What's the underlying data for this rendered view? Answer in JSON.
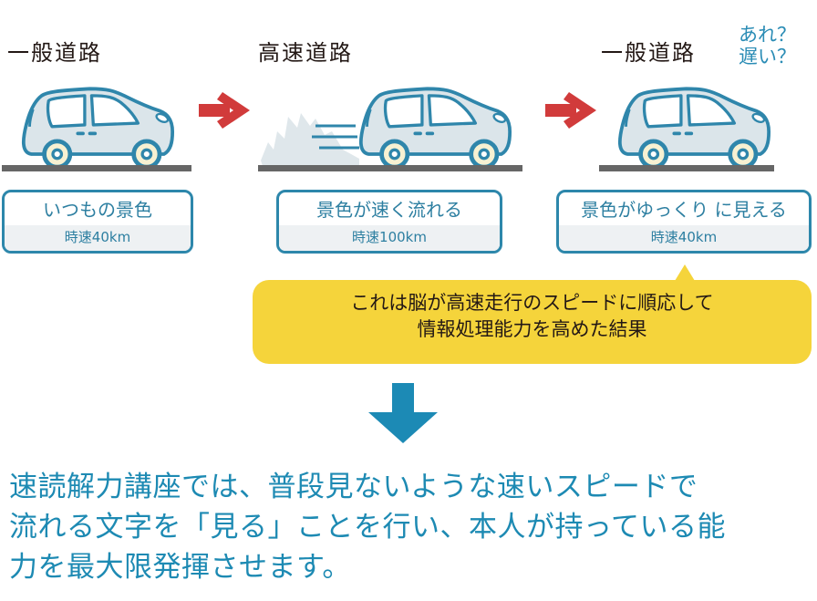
{
  "colors": {
    "title_text": "#231815",
    "accent_blue": "#2d87ab",
    "arrow_red": "#d13b3b",
    "bubble_yellow": "#f5d43b",
    "car_body": "#dbe5ea",
    "car_outline": "#2f86ab",
    "wheel_fill": "#f7f1d2",
    "road": "#666666",
    "down_arrow": "#1c8ab5"
  },
  "stages": [
    {
      "title": "一般道路",
      "car_icon": "car-icon",
      "box_main": "いつもの景色",
      "box_sub": "時速40km"
    },
    {
      "title": "高速道路",
      "car_icon": "speeding-car-icon",
      "box_main": "景色が速く流れる",
      "box_sub": "時速100km"
    },
    {
      "title": "一般道路",
      "car_icon": "car-icon",
      "box_main": "景色がゆっくり に見える",
      "box_sub": "時速40km"
    }
  ],
  "aside": {
    "line1": "あれ？",
    "line2": "遅い？"
  },
  "bubble": {
    "line1": "これは脳が高速走行のスピードに順応して",
    "line2": "情報処理能力を高めた結果"
  },
  "conclusion": {
    "line1": "速読解力講座では、普段見ないような速いスピードで",
    "line2": "流れる文字を「見る」ことを行い、本人が持っている能",
    "line3": "力を最大限発揮させます。"
  }
}
